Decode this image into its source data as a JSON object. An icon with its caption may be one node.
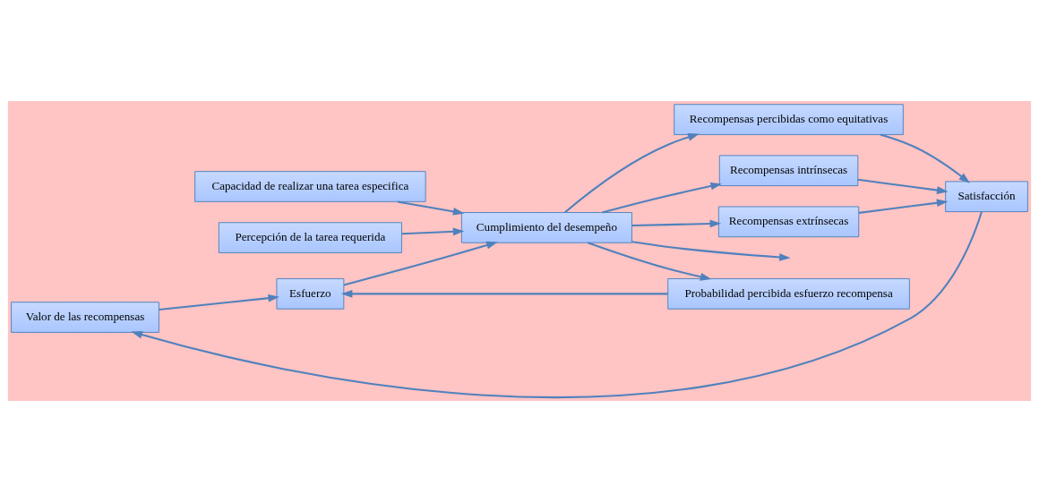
{
  "diagram": {
    "nodes": [
      {
        "text": [
          "Valor de las recompensas"
        ]
      },
      {
        "text": [
          "Capacidad de realizar una tarea especifica"
        ]
      },
      {
        "text": [
          "Recompensas percibidas como equitativas"
        ]
      },
      {
        "text": [
          "Esfuerzo"
        ]
      },
      {
        "text": [
          "Cumplimiento del desempeño"
        ]
      },
      {
        "text": [
          "Recompensas intrínsecas"
        ]
      },
      {
        "text": [
          "Satisfacción"
        ]
      },
      {
        "text": [
          "Recompensas extrínsecas"
        ]
      },
      {
        "text": [
          "Percepción de la tarea requerida"
        ]
      },
      {
        "text": [
          "Probabilidad percibida esfuerzo recompensa"
        ]
      }
    ],
    "edges": [
      {
        "from": 0,
        "to": 3,
        "arrow": "to"
      },
      {
        "from": 9,
        "to": 3,
        "arrow": "to"
      },
      {
        "from": 3,
        "to": 4,
        "arrow": "to"
      },
      {
        "from": 1,
        "to": 4,
        "arrow": "to"
      },
      {
        "from": 8,
        "to": 4,
        "arrow": "to"
      },
      {
        "from": 4,
        "to": 2,
        "arrow": "to"
      },
      {
        "from": 4,
        "to": 5,
        "arrow": "to"
      },
      {
        "from": 4,
        "to": 7,
        "arrow": "to"
      },
      {
        "from": 4,
        "to": 9,
        "arrow": "to"
      },
      {
        "from": 4,
        "to": null,
        "arrow": "to"
      },
      {
        "from": 5,
        "to": 6,
        "arrow": "to"
      },
      {
        "from": 2,
        "to": 6,
        "arrow": "to"
      },
      {
        "from": 7,
        "to": 6,
        "arrow": "to"
      },
      {
        "from": 6,
        "to": 0,
        "arrow": "to"
      }
    ]
  }
}
